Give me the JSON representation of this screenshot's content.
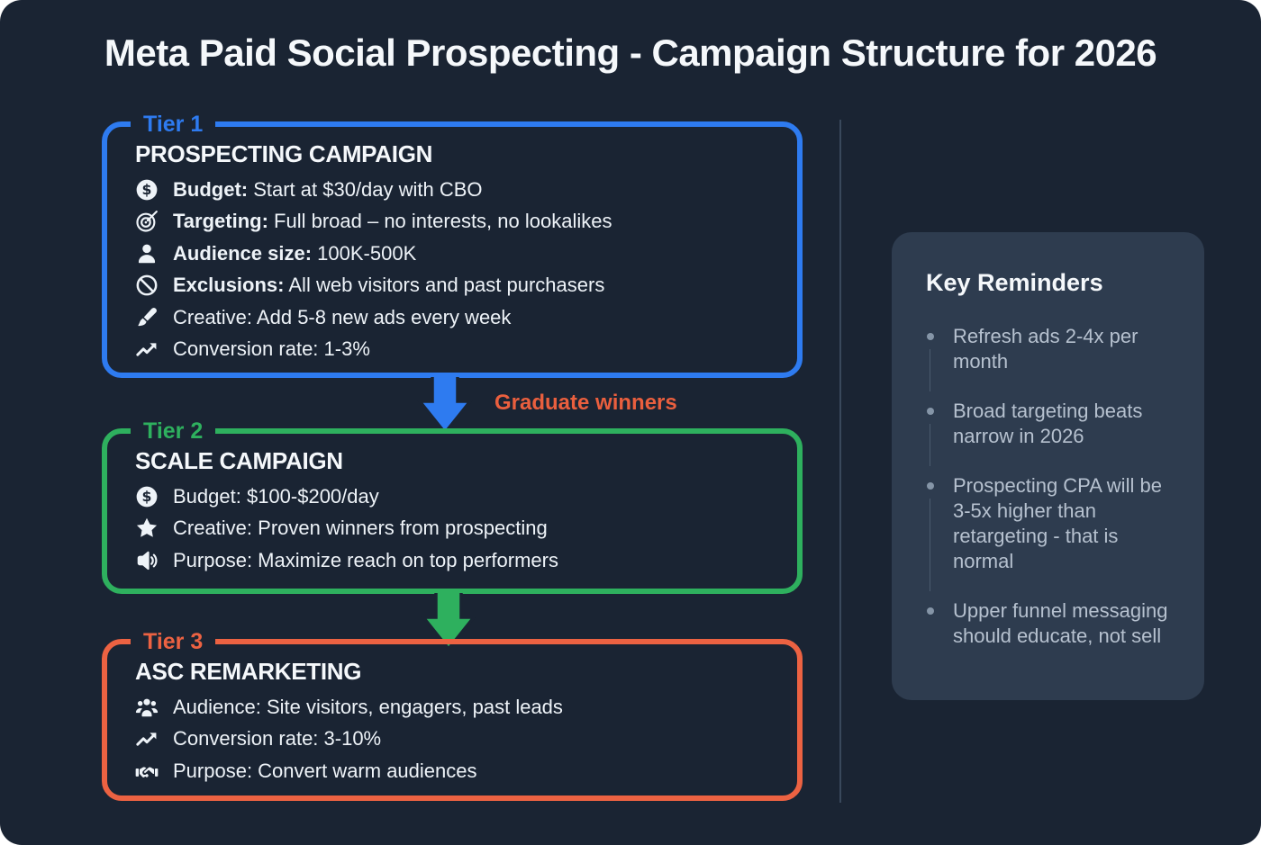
{
  "title": "Meta Paid Social Prospecting - Campaign Structure for 2026",
  "colors": {
    "background": "#1a2433",
    "panel": "#2e3c4f",
    "text": "#f3f6fa",
    "reminder_text": "#b6c1cf",
    "tier1_accent": "#2e7bf0",
    "tier2_accent": "#2eb05e",
    "tier3_accent": "#ec6242",
    "connector_label": "#ea5f3e"
  },
  "tiers": [
    {
      "label": "Tier 1",
      "heading": "PROSPECTING CAMPAIGN",
      "accent": "#2e7bf0",
      "items": [
        {
          "icon": "dollar-circle-icon",
          "lead": "Budget:",
          "rest": " Start at $30/day with CBO"
        },
        {
          "icon": "target-icon",
          "lead": "Targeting:",
          "rest": " Full broad – no interests, no lookalikes"
        },
        {
          "icon": "person-icon",
          "lead": "Audience size:",
          "rest": " 100K-500K"
        },
        {
          "icon": "ban-icon",
          "lead": "Exclusions:",
          "rest": " All web visitors and past purchasers"
        },
        {
          "icon": "paintbrush-icon",
          "lead": "",
          "rest": "Creative: Add 5-8 new ads every week"
        },
        {
          "icon": "trending-up-icon",
          "lead": "",
          "rest": "Conversion rate: 1-3%"
        }
      ]
    },
    {
      "label": "Tier 2",
      "heading": "SCALE CAMPAIGN",
      "accent": "#2eb05e",
      "items": [
        {
          "icon": "dollar-circle-icon",
          "lead": "",
          "rest": "Budget: $100-$200/day"
        },
        {
          "icon": "star-icon",
          "lead": "",
          "rest": "Creative: Proven winners from prospecting"
        },
        {
          "icon": "megaphone-icon",
          "lead": "",
          "rest": "Purpose: Maximize reach on top performers"
        }
      ]
    },
    {
      "label": "Tier 3",
      "heading": "ASC REMARKETING",
      "accent": "#ec6242",
      "items": [
        {
          "icon": "people-group-icon",
          "lead": "",
          "rest": "Audience: Site visitors, engagers, past leads"
        },
        {
          "icon": "trending-up-icon",
          "lead": "",
          "rest": "Conversion rate: 3-10%"
        },
        {
          "icon": "handshake-icon",
          "lead": "",
          "rest": "Purpose: Convert warm audiences"
        }
      ]
    }
  ],
  "connector": {
    "label": "Graduate winners",
    "color": "#ea5f3e"
  },
  "reminders": {
    "title": "Key Reminders",
    "items": [
      "Refresh ads 2-4x per month",
      "Broad targeting beats narrow in 2026",
      "Prospecting CPA will be 3-5x higher than retargeting - that is normal",
      "Upper funnel messaging should educate, not sell"
    ]
  }
}
